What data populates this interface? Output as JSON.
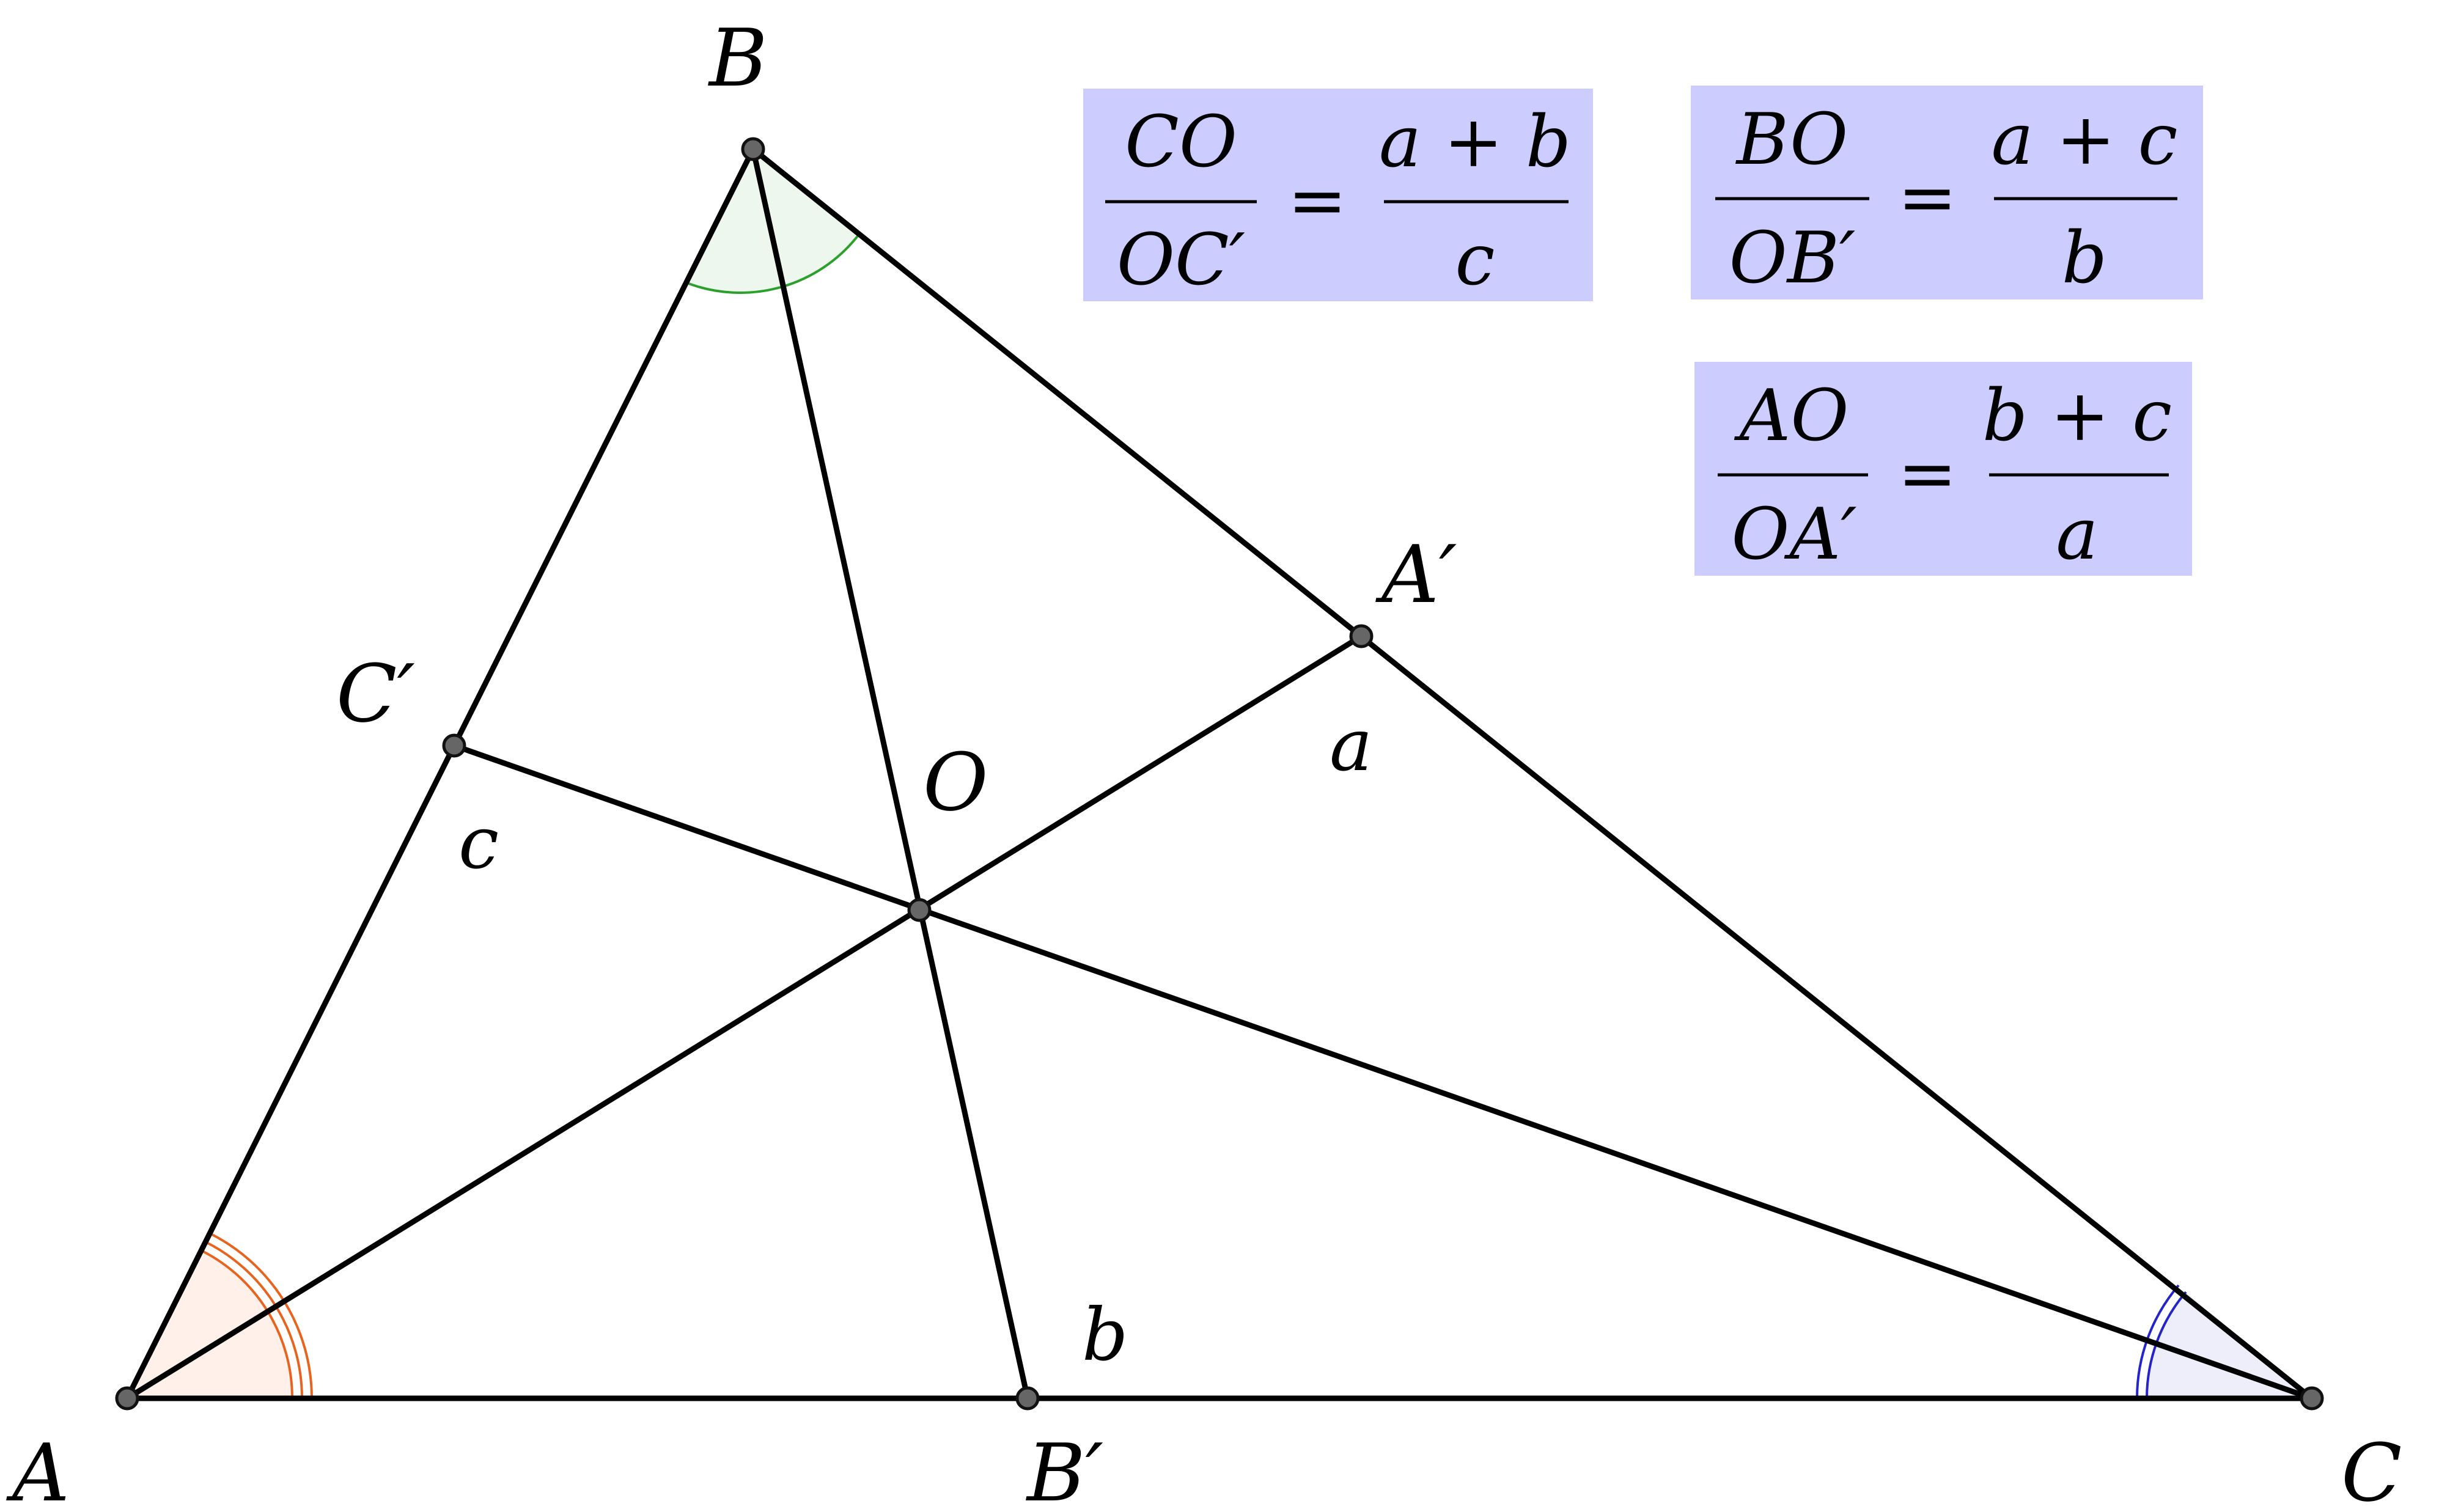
{
  "vertices": {
    "A": "A",
    "B": "B",
    "C": "C",
    "A_prime": "A′",
    "B_prime": "B′",
    "C_prime": "C′",
    "O": "O"
  },
  "side_labels": {
    "a": "a",
    "b": "b",
    "c": "c"
  },
  "formulas": [
    {
      "lhs_num": "CO",
      "lhs_den": "OC′",
      "eq": "=",
      "rhs_num": "a + b",
      "rhs_den": "c"
    },
    {
      "lhs_num": "BO",
      "lhs_den": "OB′",
      "eq": "=",
      "rhs_num": "a + c",
      "rhs_den": "b"
    },
    {
      "lhs_num": "AO",
      "lhs_den": "OA′",
      "eq": "=",
      "rhs_num": "b + c",
      "rhs_den": "a"
    }
  ],
  "colors": {
    "line": "#000000",
    "point": "#666666",
    "formula_box": "#ccccff",
    "angle_A": "#e8641e",
    "angle_A_fill": "#fff1ea",
    "angle_B": "#2ca02c",
    "angle_B_fill": "#eef7ee",
    "angle_C": "#2424c8",
    "angle_C_fill": "#eeeefa"
  }
}
